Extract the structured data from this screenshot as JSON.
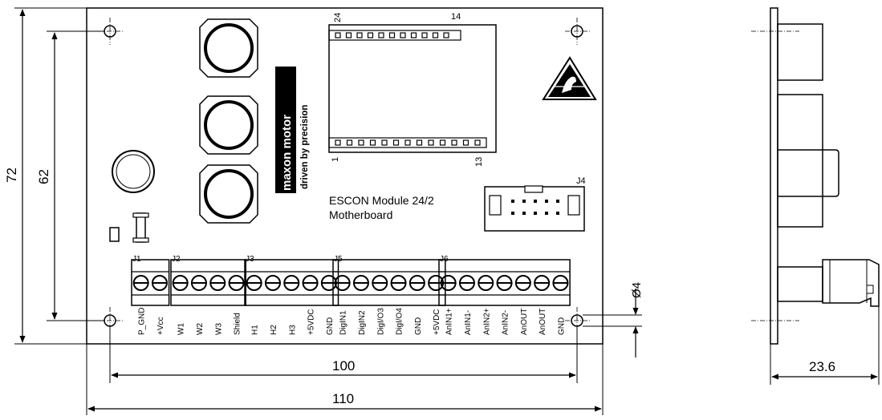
{
  "dimensions": {
    "height_overall": "72",
    "height_holes": "62",
    "width_holes": "100",
    "width_overall": "110",
    "hole_diameter": "Ø4",
    "side_depth": "23.6"
  },
  "board": {
    "brand": "maxon motor",
    "slogan": "driven by precision",
    "title_line1": "ESCON Module 24/2",
    "title_line2": "Motherboard"
  },
  "socket": {
    "pin_top_left": "24",
    "pin_top_right": "14",
    "pin_bottom_left": "1",
    "pin_bottom_right": "13"
  },
  "connector_j4": {
    "label": "J4"
  },
  "connectors": [
    {
      "id": "J1",
      "pins": [
        "P_GND",
        "+Vcc"
      ]
    },
    {
      "id": "J2",
      "pins": [
        "W1",
        "W2",
        "W3",
        "Shield"
      ]
    },
    {
      "id": "J3",
      "pins": [
        "H1",
        "H2",
        "H3",
        "+5VDC",
        "GND"
      ]
    },
    {
      "id": "J5",
      "pins": [
        "DigIN1",
        "DigIN2",
        "DigI/O3",
        "DigI/O4",
        "GND",
        "+5VDC"
      ]
    },
    {
      "id": "J6",
      "pins": [
        "AnIN1+",
        "AnIN1-",
        "AnIN2+",
        "AnIN2-",
        "AnOUT",
        "AnOUT",
        "GND"
      ]
    }
  ]
}
